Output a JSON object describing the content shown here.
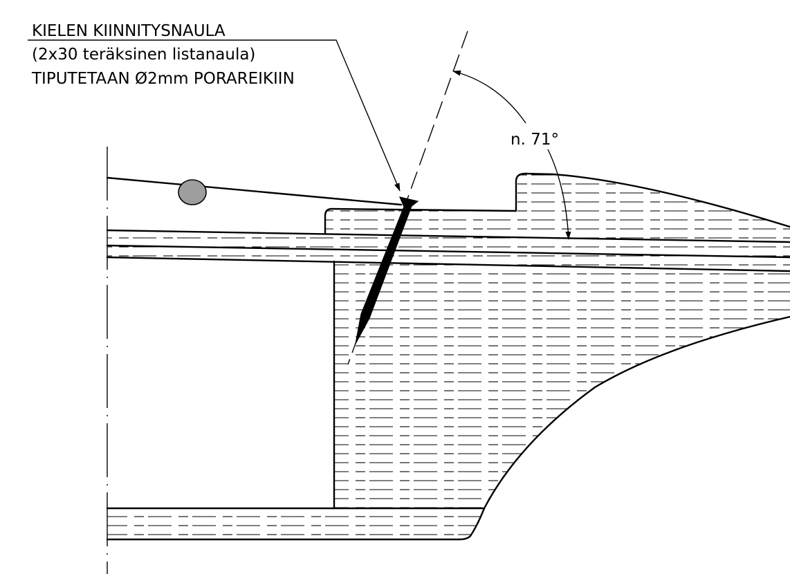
{
  "callout": {
    "line1": "KIELEN KIINNITYSNAULA",
    "line2": "(2x30 teräksinen listanaula)",
    "line3": "TIPUTETAAN Ø2mm PORAREIKIIN"
  },
  "angle_label": "n. 71°",
  "colors": {
    "ink": "#000000",
    "dowel_fill": "#9e9e9e",
    "background": "#ffffff"
  }
}
